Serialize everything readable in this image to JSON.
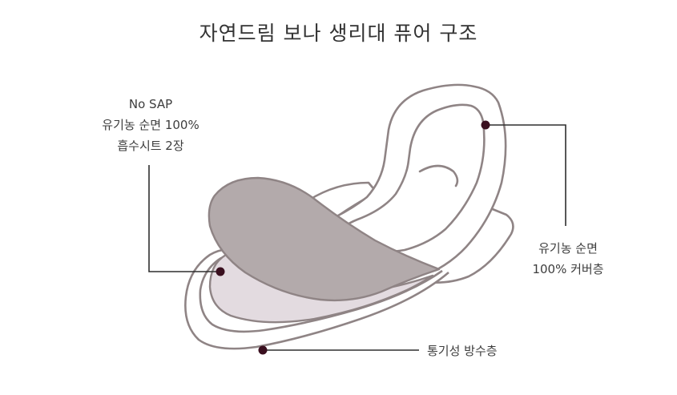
{
  "title": "자연드림 보나 생리대 퓨어 구조",
  "labels": {
    "absorbent": {
      "line1": "No SAP",
      "line2": "유기농 순면 100%",
      "line3": "흡수시트 2장"
    },
    "cover": {
      "line1": "유기농 순면",
      "line2": "100% 커버층"
    },
    "backsheet": {
      "line1": "통기성 방수층"
    }
  },
  "colors": {
    "outline": "#8f8485",
    "absorbent_fill": "#b3aaab",
    "lower_fill": "#e3dbe0",
    "dot": "#3a0f1f",
    "leader": "#2f2f2f"
  }
}
